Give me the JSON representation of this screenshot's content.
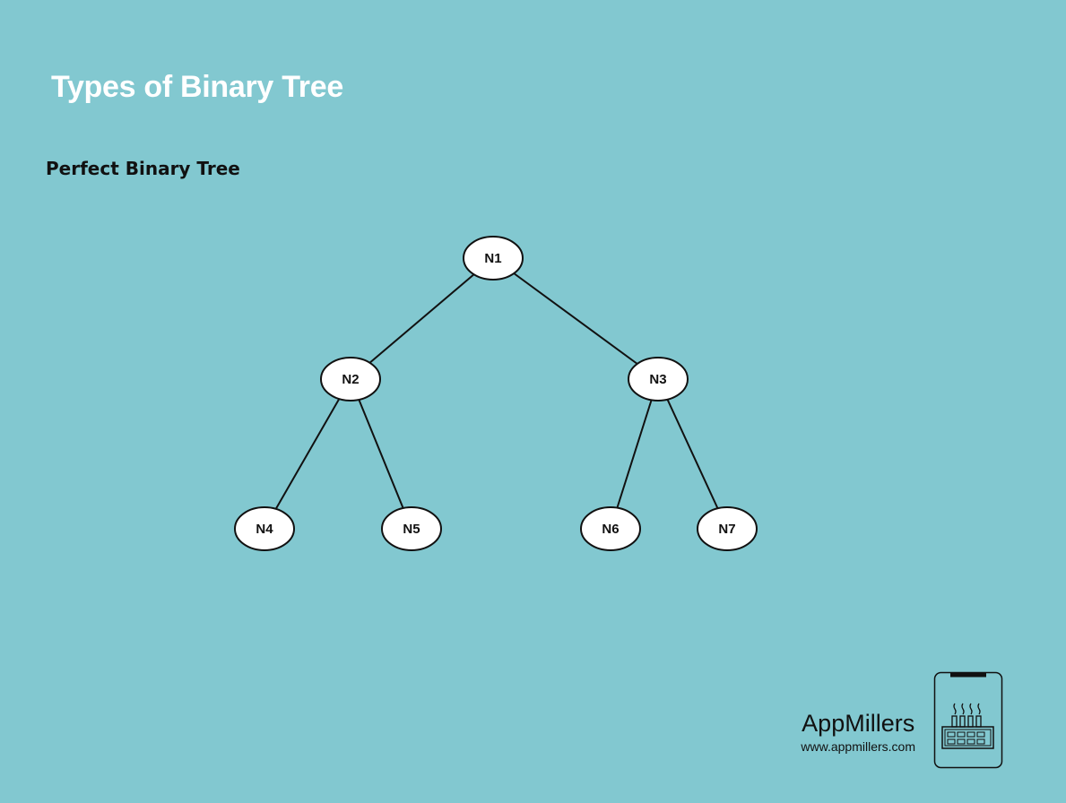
{
  "slide": {
    "title": "Types of Binary Tree",
    "subtitle": "Perfect Binary Tree"
  },
  "tree": {
    "nodes": [
      {
        "id": "N1",
        "label": "N1",
        "level": 0,
        "order": 0
      },
      {
        "id": "N2",
        "label": "N2",
        "level": 1,
        "order": 0
      },
      {
        "id": "N3",
        "label": "N3",
        "level": 1,
        "order": 1
      },
      {
        "id": "N4",
        "label": "N4",
        "level": 2,
        "order": 0
      },
      {
        "id": "N5",
        "label": "N5",
        "level": 2,
        "order": 1
      },
      {
        "id": "N6",
        "label": "N6",
        "level": 2,
        "order": 2
      },
      {
        "id": "N7",
        "label": "N7",
        "level": 2,
        "order": 3
      }
    ],
    "edges": [
      {
        "from": "N1",
        "to": "N2"
      },
      {
        "from": "N1",
        "to": "N3"
      },
      {
        "from": "N2",
        "to": "N4"
      },
      {
        "from": "N2",
        "to": "N5"
      },
      {
        "from": "N3",
        "to": "N6"
      },
      {
        "from": "N3",
        "to": "N7"
      }
    ],
    "node_fill": "#ffffff",
    "node_stroke": "#111111",
    "edge_color": "#111111"
  },
  "brand": {
    "name": "AppMillers",
    "url": "www.appmillers.com",
    "logo_icon": "phone-factory-icon"
  },
  "colors": {
    "background": "#82c8d0",
    "title": "#ffffff"
  }
}
